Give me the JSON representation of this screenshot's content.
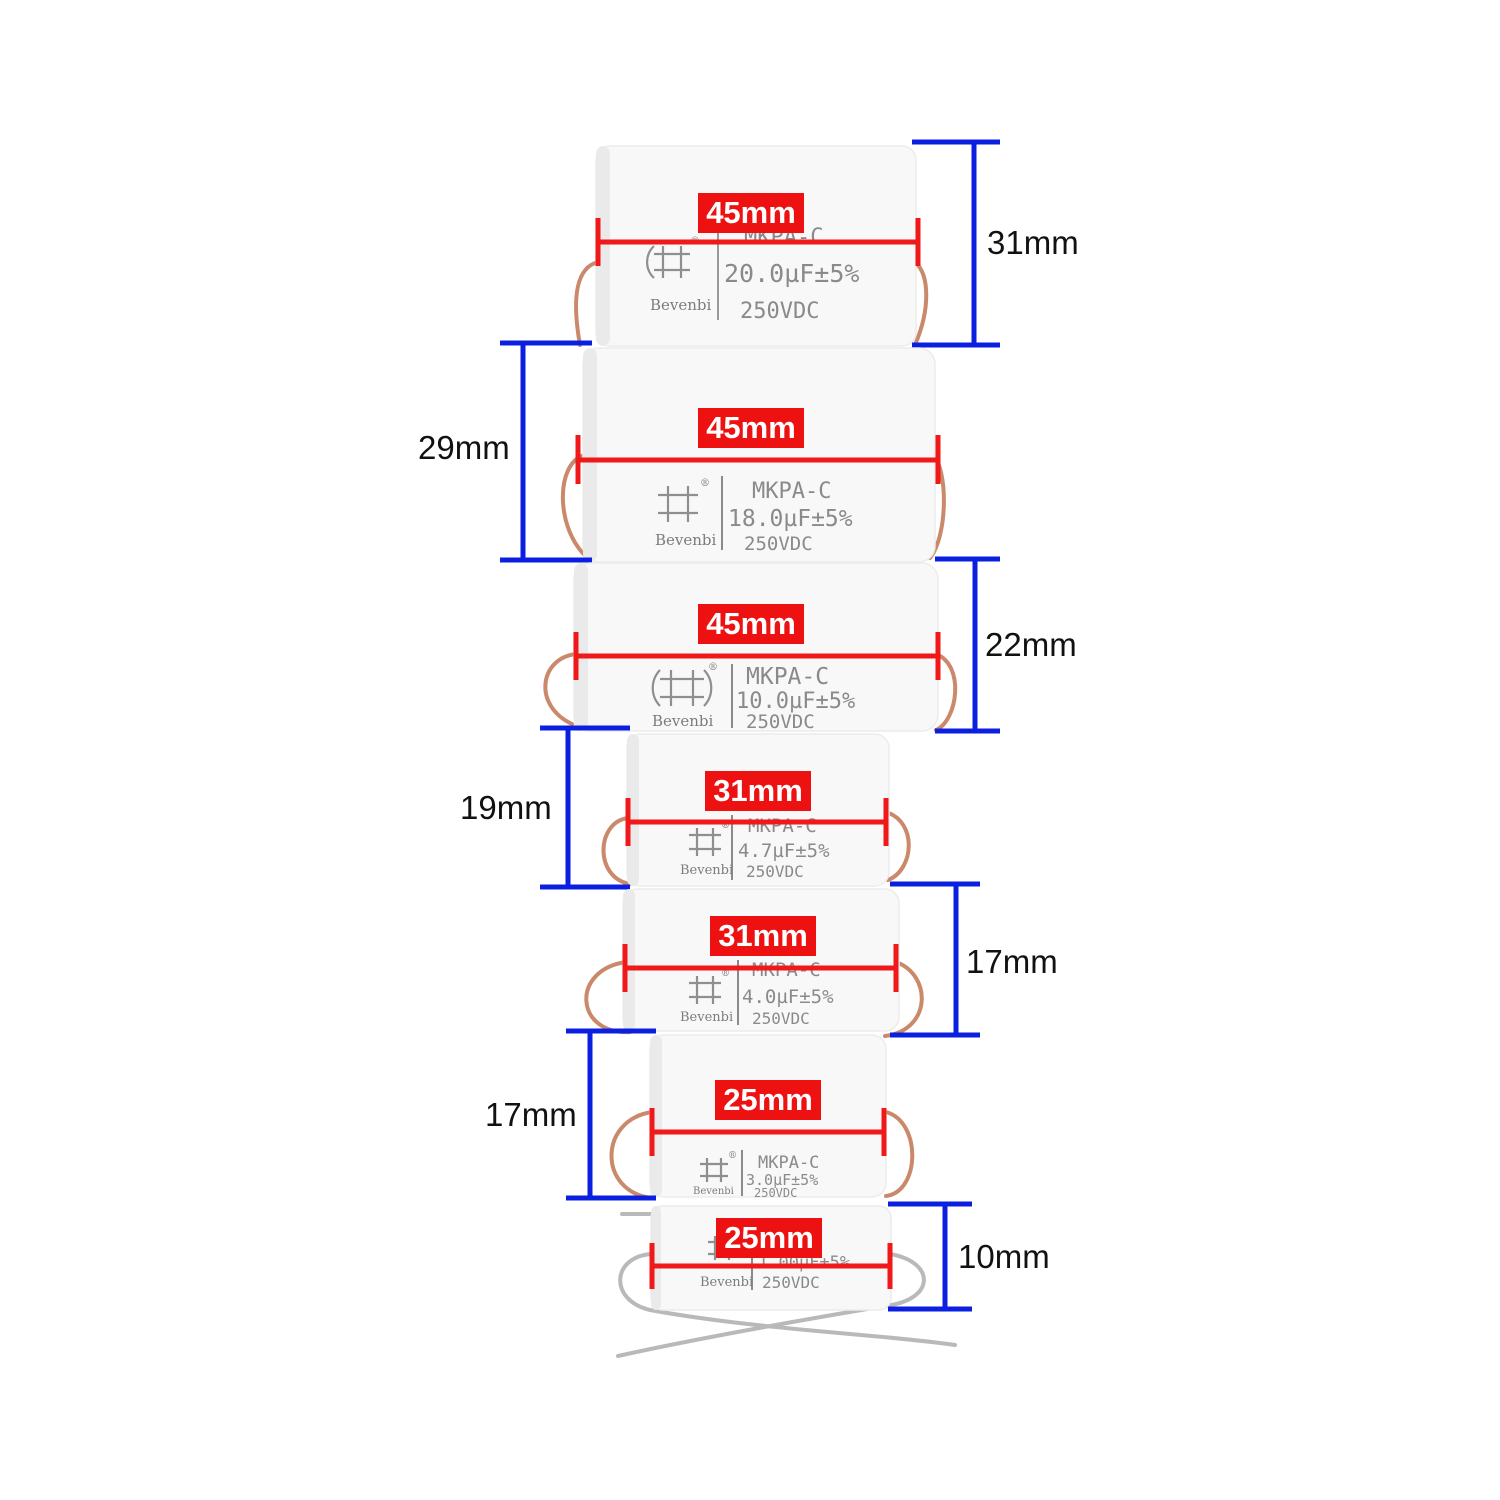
{
  "capacitors": [
    {
      "series": "MKPA-C",
      "capacitance": "20.0µF±5%",
      "voltage": "250VDC",
      "brand": "Bevenbi",
      "length_label": "45mm",
      "diameter_label": "31mm"
    },
    {
      "series": "MKPA-C",
      "capacitance": "18.0µF±5%",
      "voltage": "250VDC",
      "brand": "Bevenbi",
      "length_label": "45mm",
      "diameter_label": "29mm"
    },
    {
      "series": "MKPA-C",
      "capacitance": "10.0µF±5%",
      "voltage": "250VDC",
      "brand": "Bevenbi",
      "length_label": "45mm",
      "diameter_label": "22mm"
    },
    {
      "series": "MKPA-C",
      "capacitance": "4.7µF±5%",
      "voltage": "250VDC",
      "brand": "Bevenbi",
      "length_label": "31mm",
      "diameter_label": "19mm"
    },
    {
      "series": "MKPA-C",
      "capacitance": "4.0µF±5%",
      "voltage": "250VDC",
      "brand": "Bevenbi",
      "length_label": "31mm",
      "diameter_label": "17mm"
    },
    {
      "series": "MKPA-C",
      "capacitance": "3.0µF±5%",
      "voltage": "250VDC",
      "brand": "Bevenbi",
      "length_label": "25mm",
      "diameter_label": "17mm"
    },
    {
      "series": "",
      "capacitance": "1.00µF±5%",
      "voltage": "250VDC",
      "brand": "Bevenbi",
      "length_label": "25mm",
      "diameter_label": "10mm"
    }
  ],
  "colors": {
    "dimension_line_length": "#f01818",
    "dimension_line_diameter": "#0a1fe0",
    "capacitor_body": "#f8f8f8",
    "lead_copper": "#c9896a",
    "lead_silver": "#b9b9b9"
  },
  "icons": {
    "brand_logo": "bevenbi-logo-icon",
    "registered_mark": "registered-mark-icon"
  }
}
